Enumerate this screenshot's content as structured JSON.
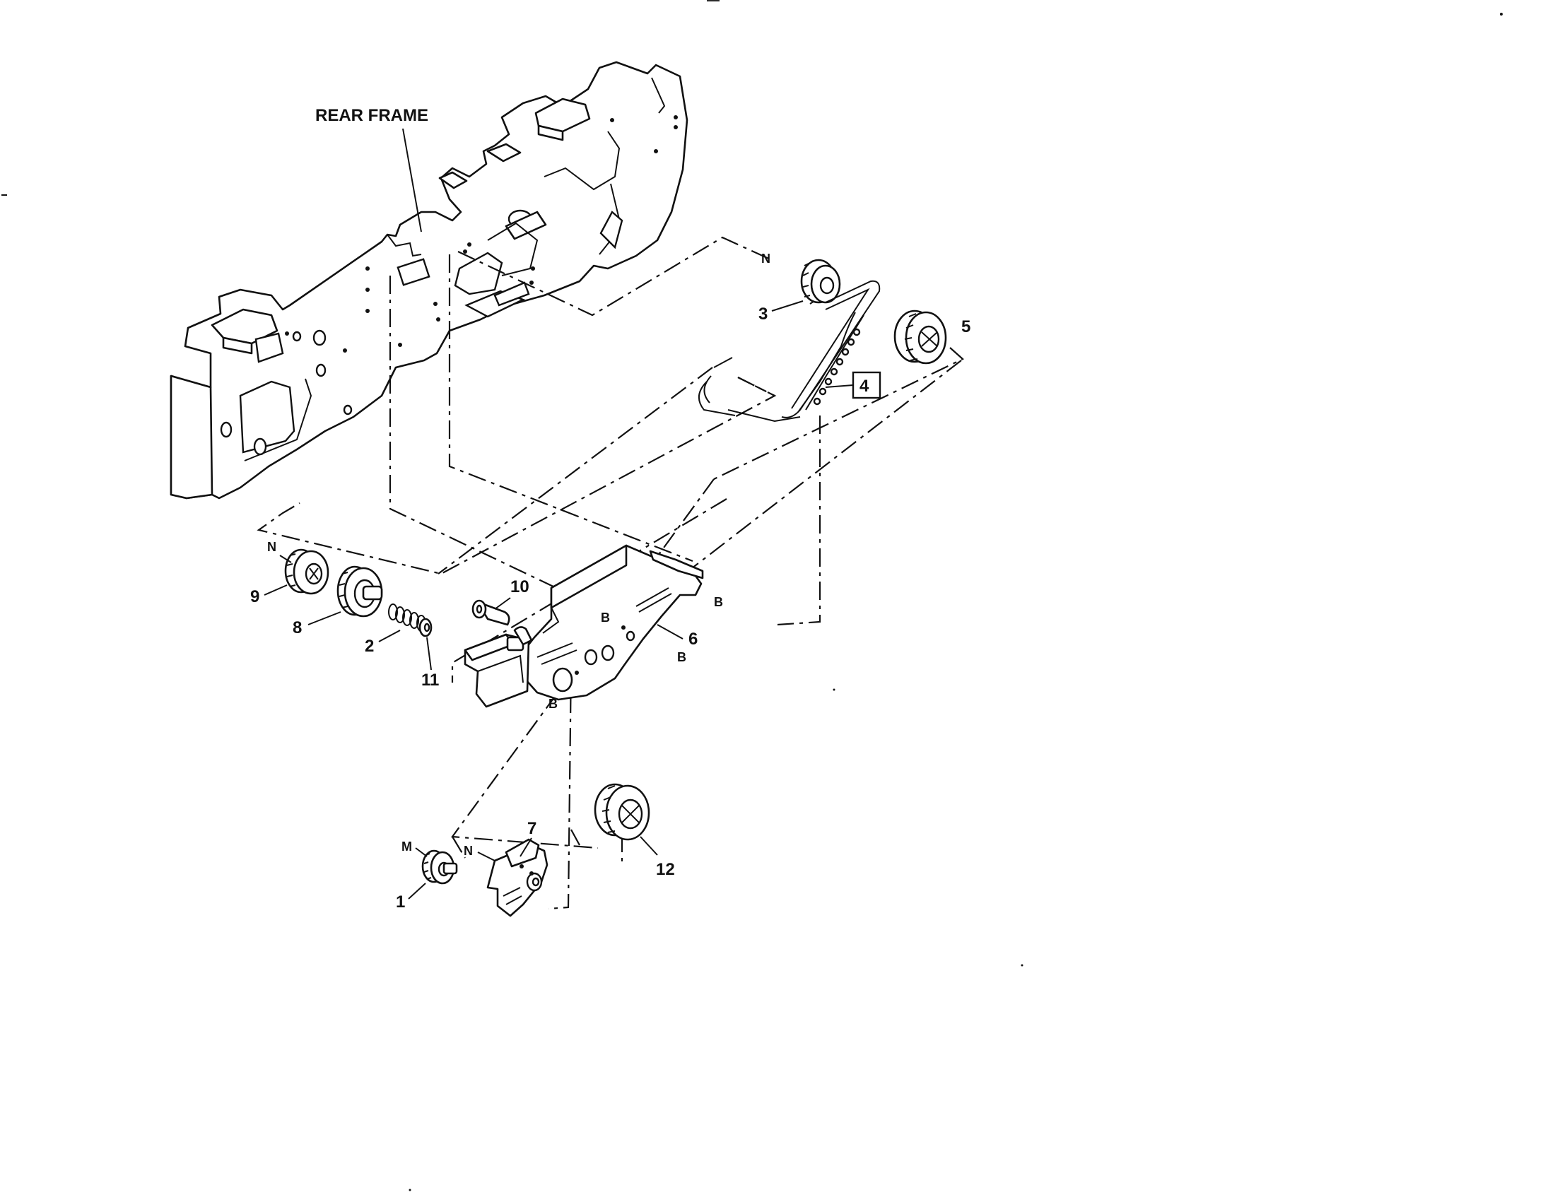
{
  "header_mark": "—",
  "labels": {
    "rear_frame": "REAR FRAME",
    "n_top": "N",
    "p3": "3",
    "p4": "4",
    "p5": "5",
    "n_left": "N",
    "p9": "9",
    "p8": "8",
    "p10": "10",
    "p2": "2",
    "p11": "11",
    "b1": "B",
    "b2": "B",
    "p6": "6",
    "b3": "B",
    "b4": "B",
    "p7": "7",
    "m": "M",
    "n_bottom": "N",
    "p1": "1",
    "p12": "12"
  }
}
